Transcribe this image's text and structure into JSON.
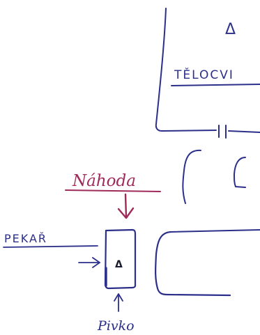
{
  "labels": {
    "building_marker": "Δ",
    "building_name": "TĚLOCVI",
    "random_label": "Náhoda",
    "baker_label": "PEKAŘ",
    "box_marker": "Δ",
    "beer_label": "Pivko"
  },
  "colors": {
    "ink_blue": "#2b2f8a",
    "ink_magenta": "#a02a5a",
    "paper": "#ffffff"
  },
  "icons": {
    "arrow_down": "arrow-down-icon",
    "arrow_right": "arrow-right-icon",
    "arrow_up": "arrow-up-icon"
  }
}
